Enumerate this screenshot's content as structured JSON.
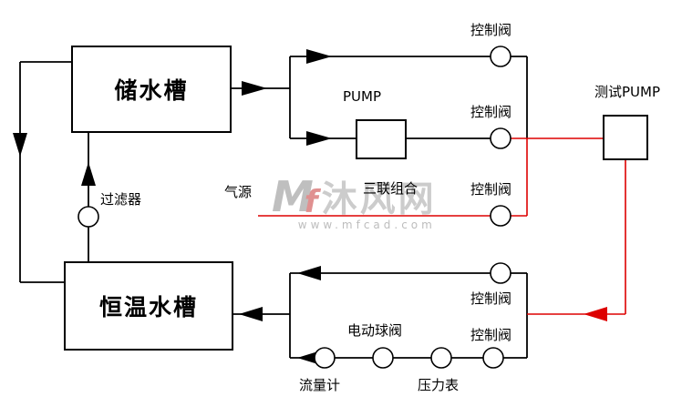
{
  "diagram": {
    "storage_tank": "储水槽",
    "thermo_tank": "恒温水槽",
    "pump": "PUMP",
    "test_pump": "测试PUMP",
    "filter": "过滤器",
    "air_source": "气源",
    "triple_unit": "三联组合",
    "control_valve": "控制阀",
    "electric_ball_valve": "电动球阀",
    "flow_meter": "流量计",
    "pressure_gauge": "压力表"
  },
  "watermark": {
    "logo_m": "M",
    "logo_f": "f",
    "name": "沐风网",
    "url": "www.mfcad.com"
  },
  "colors": {
    "pipe_black": "#000000",
    "pipe_red": "#dd0000",
    "watermark_gray": "#c8c8c8",
    "watermark_red": "#e09090"
  }
}
